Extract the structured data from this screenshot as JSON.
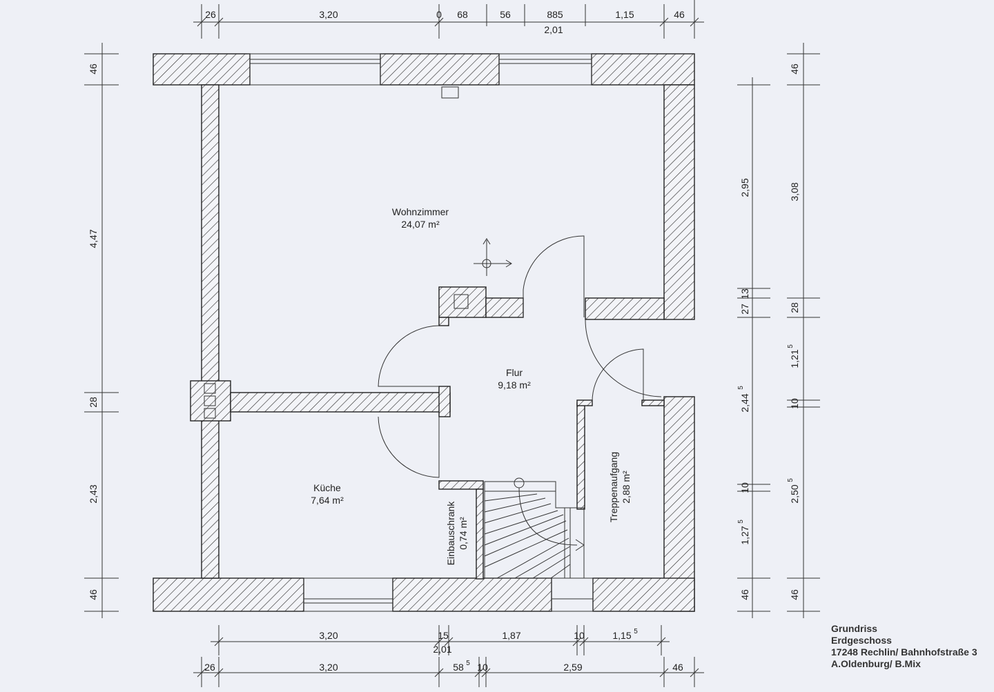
{
  "rooms": {
    "wohnzimmer": {
      "name": "Wohnzimmer",
      "area": "24,07 m²"
    },
    "flur": {
      "name": "Flur",
      "area": "9,18 m²"
    },
    "kueche": {
      "name": "Küche",
      "area": "7,64 m²"
    },
    "einbauschrank": {
      "name": "Einbauschrank",
      "area": "0,74 m²"
    },
    "treppenaufgang": {
      "name": "Treppenaufgang",
      "area": "2,88 m²"
    }
  },
  "dims_top": {
    "d1": "26",
    "d2": "3,20",
    "d3": "0",
    "d4": "68",
    "d5": "56",
    "d6": "885",
    "d7": "1,15",
    "d8": "46",
    "total": "2,01"
  },
  "dims_left": {
    "l1": "46",
    "l2": "4,47",
    "l3": "28",
    "l4": "2,43",
    "l5": "46"
  },
  "dims_right1": {
    "a1": "2,95",
    "a2": "27",
    "a3": "13",
    "a4": "2,44",
    "a4_sup": "5",
    "a5": "10",
    "a6": "1,27",
    "a6_sup": "5",
    "a7": "46"
  },
  "dims_right2": {
    "b1": "46",
    "b2": "3,08",
    "b3": "28",
    "b4": "1,21",
    "b4_sup": "5",
    "b5": "10",
    "b6": "2,50",
    "b6_sup": "5",
    "b7": "46"
  },
  "dims_bottom1": {
    "c1": "3,20",
    "c2": "15",
    "c3": "1,87",
    "c4": "10",
    "c5": "1,15",
    "c5_sup": "5",
    "c_total": "2,01"
  },
  "dims_bottom2": {
    "e1": "26",
    "e2": "3,20",
    "e3": "58",
    "e3_sup": "5",
    "e4": "10",
    "e5": "2,59",
    "e6": "46"
  },
  "title_block": {
    "line1": "Grundriss",
    "line2": "Erdgeschoss",
    "line3": "17248 Rechlin/ Bahnhofstraße 3",
    "line4": "A.Oldenburg/ B.Mix"
  }
}
